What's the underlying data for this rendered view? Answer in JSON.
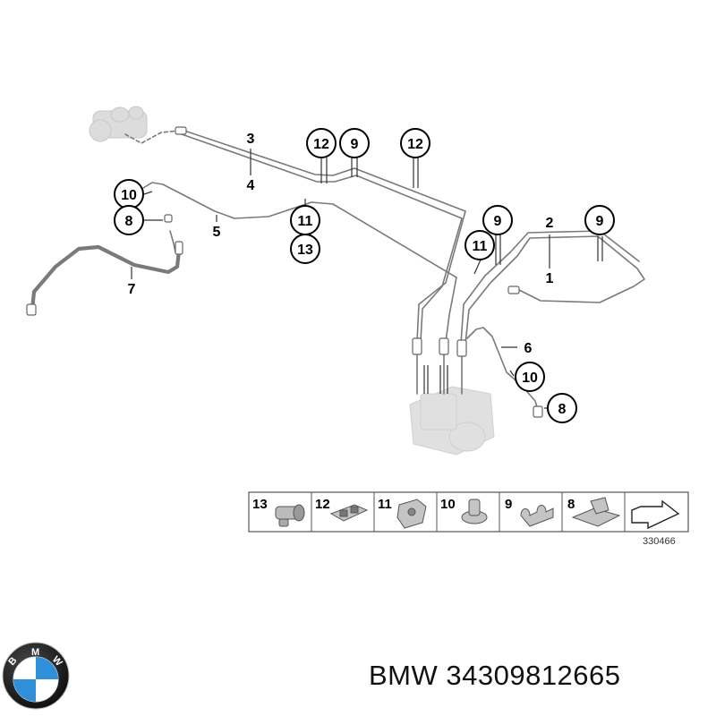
{
  "callouts": {
    "c3": "3",
    "c4": "4",
    "c12a": "12",
    "c9a": "9",
    "c12b": "12",
    "c10a": "10",
    "c8a": "8",
    "c5": "5",
    "c11a": "11",
    "c13": "13",
    "c9b": "9",
    "c2": "2",
    "c9c": "9",
    "c11b": "11",
    "c1": "1",
    "c7": "7",
    "c6": "6",
    "c10b": "10",
    "c8b": "8"
  },
  "legend": {
    "items": [
      {
        "number": "13",
        "part_icon": "grommet-icon"
      },
      {
        "number": "12",
        "part_icon": "double-clip-icon"
      },
      {
        "number": "11",
        "part_icon": "bracket-clip-icon"
      },
      {
        "number": "10",
        "part_icon": "push-clip-icon"
      },
      {
        "number": "9",
        "part_icon": "pipe-clip-icon"
      },
      {
        "number": "8",
        "part_icon": "holder-plate-icon"
      }
    ],
    "arrow_icon": "direction-arrow-icon"
  },
  "diagram_code": "330466",
  "brand": {
    "logo_letters": "BMW",
    "caption": "BMW 34309812665"
  },
  "colors": {
    "line": "#555555",
    "pipe": "#7a7a7a",
    "ghost": "#d6d6d6",
    "logo_blue": "#2f8fd9",
    "logo_black": "#1a1a1a"
  }
}
